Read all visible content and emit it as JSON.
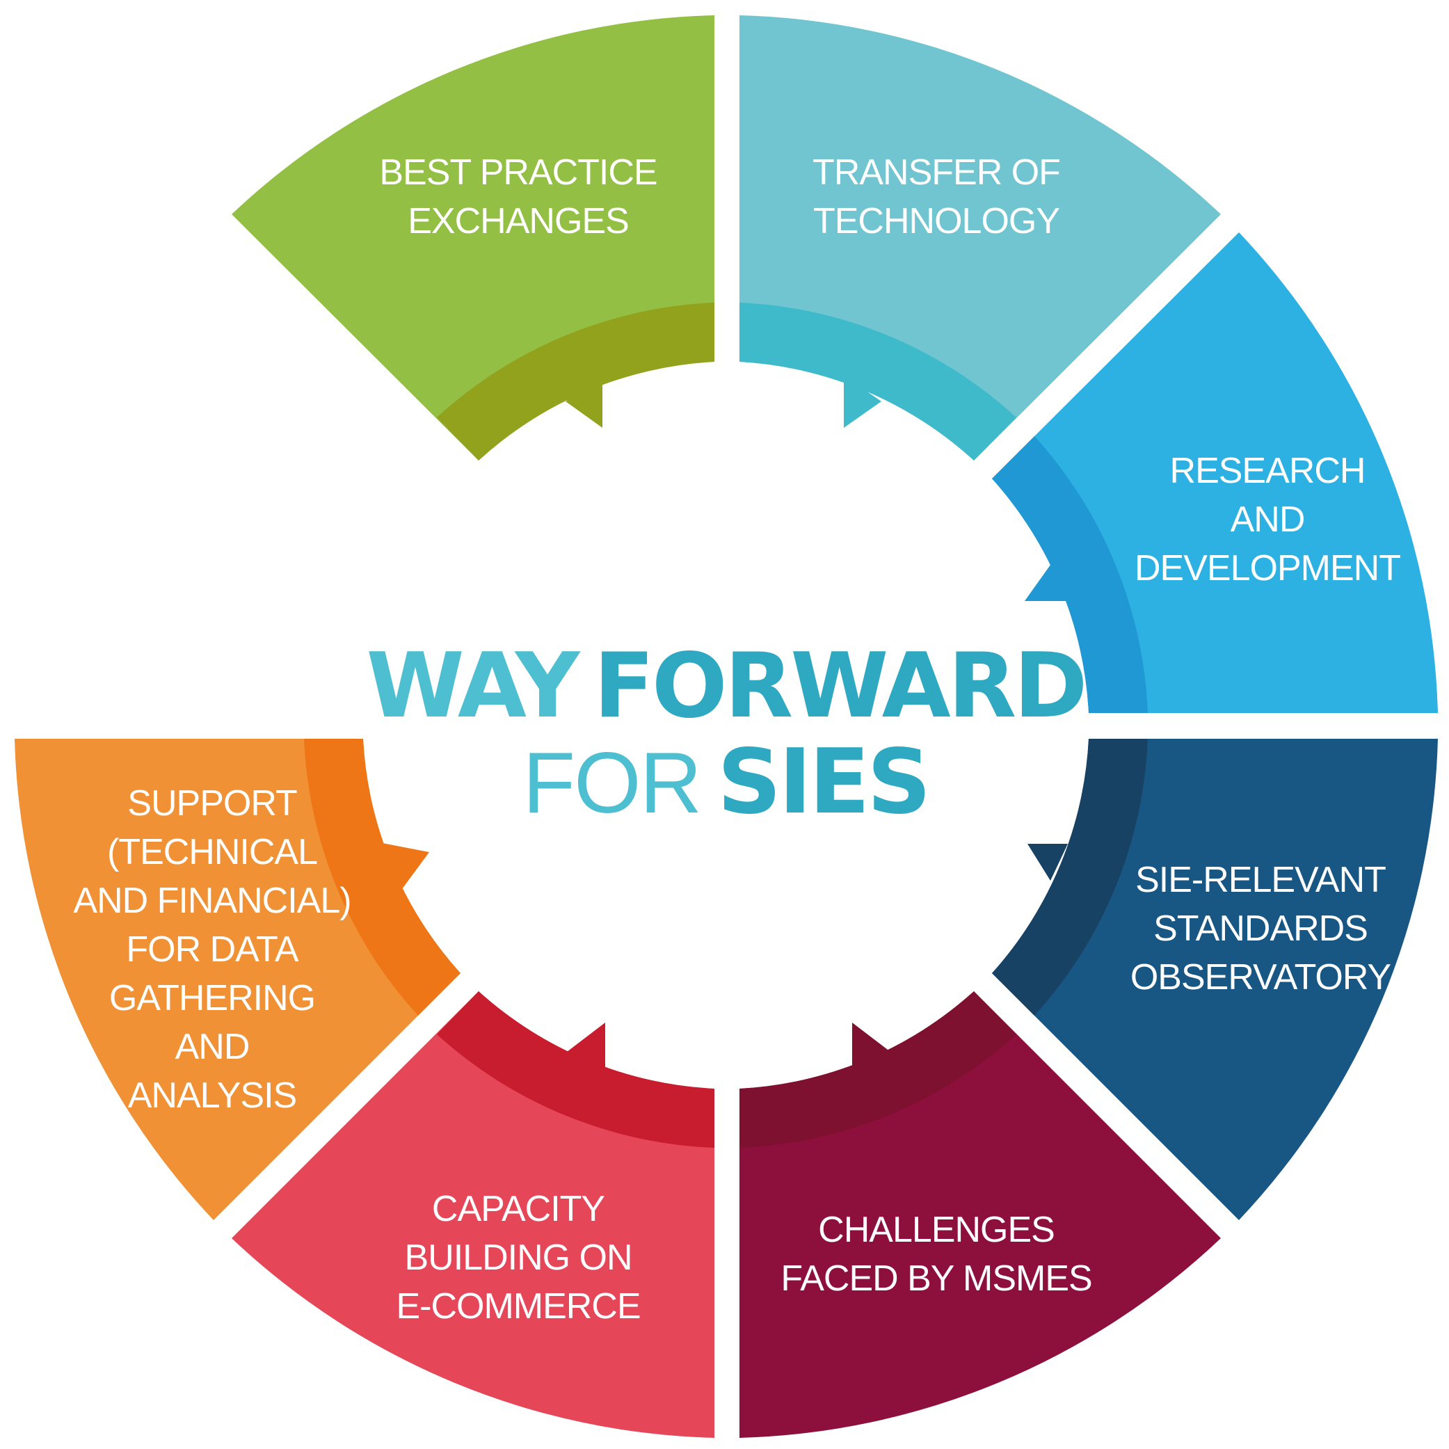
{
  "title": {
    "line1_part1": "WAY",
    "line1_part2": "FORWARD",
    "line2_part1": "FOR",
    "line2_part2": "SIES",
    "colors": {
      "line1_part1": "#4dbfd1",
      "line1_part2": "#2fa9c2",
      "line2_part1": "#4dbfd1",
      "line2_part2": "#2fa9c2"
    }
  },
  "segments": [
    {
      "name": "best-practice",
      "lines": [
        "BEST PRACTICE",
        "EXCHANGES"
      ],
      "color": "#92bf44",
      "inner_color": "#93a21c"
    },
    {
      "name": "transfer-technology",
      "lines": [
        "TRANSFER OF",
        "TECHNOLOGY"
      ],
      "color": "#70c5d0",
      "inner_color": "#3fbacb"
    },
    {
      "name": "research-development",
      "lines": [
        "RESEARCH",
        "AND",
        "DEVELOPMENT"
      ],
      "color": "#2db0e2",
      "inner_color": "#1f98d4"
    },
    {
      "name": "standards-observatory",
      "lines": [
        "SIE-RELEVANT",
        "STANDARDS",
        "OBSERVATORY"
      ],
      "color": "#185683",
      "inner_color": "#174264"
    },
    {
      "name": "challenges-msmes",
      "lines": [
        "CHALLENGES",
        "FACED BY MSMES"
      ],
      "color": "#8d103c",
      "inner_color": "#7e1130"
    },
    {
      "name": "capacity-ecommerce",
      "lines": [
        "CAPACITY",
        "BUILDING ON",
        "E-COMMERCE"
      ],
      "color": "#e54759",
      "inner_color": "#c81c2f"
    },
    {
      "name": "support-data",
      "lines": [
        "SUPPORT",
        "(TECHNICAL",
        "AND FINANCIAL)",
        "FOR DATA",
        "GATHERING",
        "AND",
        "ANALYSIS"
      ],
      "color": "#f09135",
      "inner_color": "#ee7616"
    }
  ]
}
